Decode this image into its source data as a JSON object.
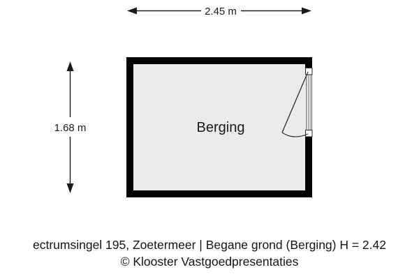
{
  "plan": {
    "room_label": "Berging",
    "width_dimension": "2.45 m",
    "height_dimension": "1.68 m",
    "wall_color": "#000000",
    "floor_color": "#ebebeb",
    "door_color": "#ffffff",
    "line_color": "#1a1a1a"
  },
  "caption": {
    "line1": "ectrumsingel 195, Zoetermeer | Begane grond (Berging) H = 2.42",
    "line2": "© Klooster Vastgoedpresentaties"
  },
  "icons": {
    "arrow_horizontal": "double-arrow-horizontal-icon",
    "arrow_vertical": "double-arrow-vertical-icon",
    "door_swing": "door-swing-icon"
  }
}
